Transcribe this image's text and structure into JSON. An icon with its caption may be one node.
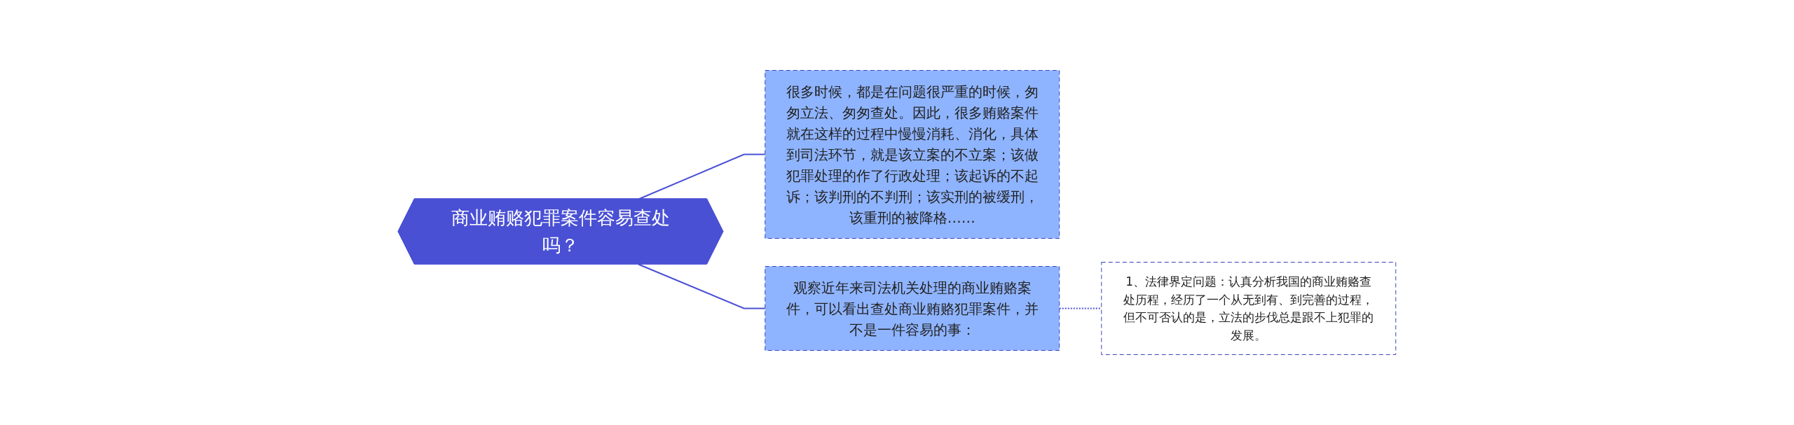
{
  "diagram": {
    "nodes": [
      {
        "text": [
          "商业贿赂犯罪案件容易查处吗？"
        ]
      },
      {
        "text": [
          "很多时候，都是在问题很严重的时候，匆匆立法、匆匆查处。因此，很多贿赂案件就在这样的过程中慢慢消耗、消化，具体到司法环节，就是该立案的不立案；该做犯罪处理的作了行政处理；该起诉的不起诉；该判刑的不判刑；该实刑的被缓刑，该重刑的被降格……"
        ]
      },
      {
        "text": [
          "观察近年来司法机关处理的商业贿赂案件，可以看出查处商业贿赂犯罪案件，并不是一件容易的事："
        ]
      },
      {
        "text": [
          "1、法律界定问题：认真分析我国的商业贿赂查处历程，经历了一个从无到有、到完善的过程，但不可否认的是，立法的步伐总是跟不上犯罪的发展。"
        ]
      }
    ],
    "edges": [
      {
        "from": 0,
        "to": 1,
        "arrow": "none"
      },
      {
        "from": 0,
        "to": 2,
        "arrow": "none"
      },
      {
        "from": 2,
        "to": 3,
        "arrow": "none",
        "style": "dashed"
      }
    ]
  }
}
